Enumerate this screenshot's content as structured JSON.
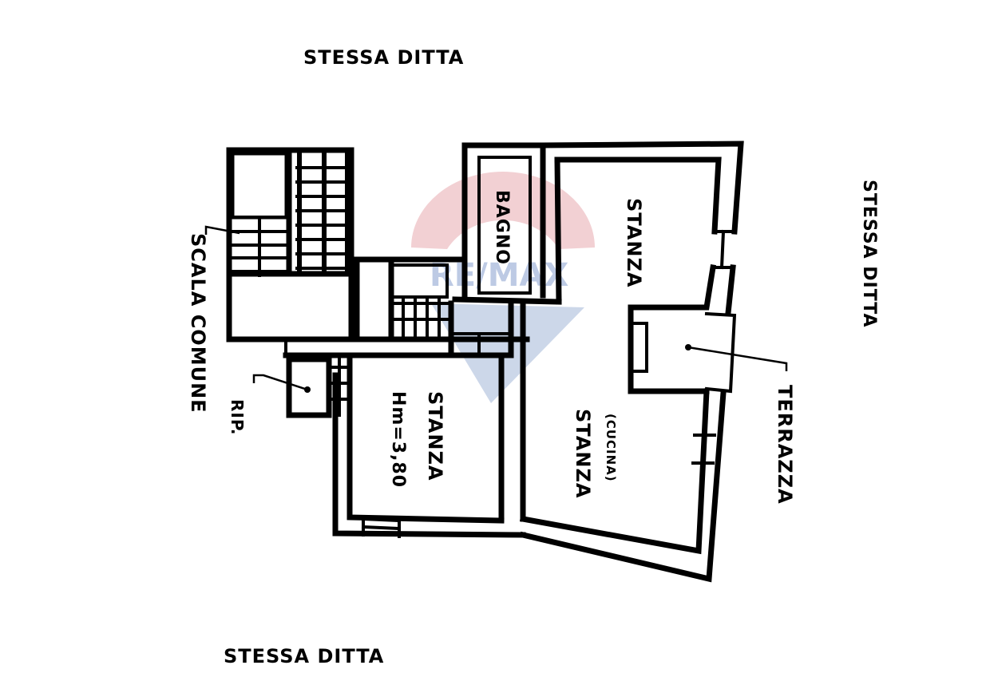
{
  "plan": {
    "neighbors": {
      "top": "STESSA DITTA",
      "right": "STESSA DITTA",
      "bottom": "STESSA DITTA"
    },
    "labels": {
      "stairs": "SCALA COMUNE",
      "storage": "RIP.",
      "bathroom": "BAGNO",
      "room_top_right": "STANZA",
      "room_left": "STANZA",
      "room_left_height": "Hm=3,80",
      "room_kitchen": "STANZA",
      "room_kitchen_note": "(CUCINA)",
      "terrace": "TERRAZZA"
    },
    "watermark": {
      "brand": "RE/MAX",
      "colors": {
        "red": "#e8a9ae",
        "blue": "#8fa6cf"
      }
    }
  }
}
